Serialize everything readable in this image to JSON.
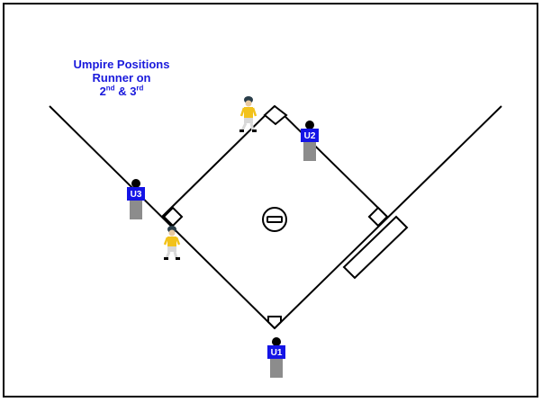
{
  "title": {
    "line1": "Umpire Positions",
    "line2": "Runner on",
    "line3_a": "2",
    "line3_a_sup": "nd",
    "line3_mid": " & 3",
    "line3_b_sup": "rd"
  },
  "umpires": {
    "u1": "U1",
    "u2": "U2",
    "u3": "U3"
  },
  "colors": {
    "title_text": "#1a1adc",
    "umpire_shirt": "#1414e6",
    "umpire_pants": "#8c8c8c",
    "runner_shirt": "#f2c21b",
    "field_lines": "#000000"
  },
  "icons": {
    "runners": [
      "runner-icon",
      "runner-icon"
    ],
    "pitchers_rubber": "pitchers-rubber-icon",
    "home_plate": "home-plate-icon"
  }
}
